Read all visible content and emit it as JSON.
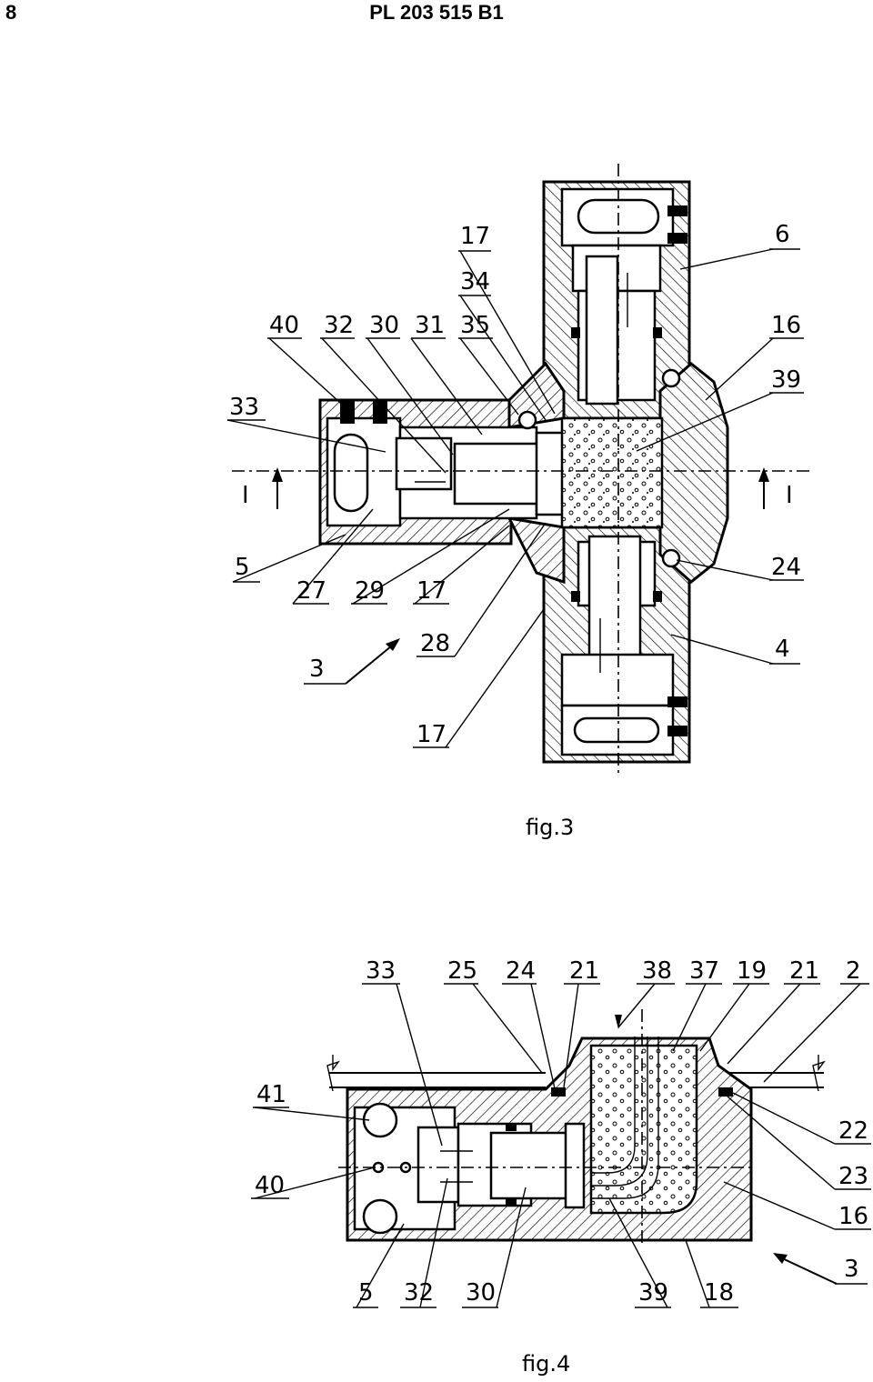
{
  "header": {
    "page_number": "8",
    "patent_number": "PL 203 515 B1"
  },
  "fig3": {
    "caption": "fig.3",
    "section_marks": [
      "I",
      "I"
    ],
    "labels": [
      "17",
      "34",
      "40",
      "32",
      "30",
      "31",
      "35",
      "33",
      "5",
      "27",
      "29",
      "17",
      "3",
      "28",
      "17",
      "6",
      "16",
      "39",
      "24",
      "4"
    ]
  },
  "fig4": {
    "caption": "fig.4",
    "labels": [
      "33",
      "25",
      "24",
      "21",
      "38",
      "37",
      "19",
      "21",
      "2",
      "41",
      "40",
      "5",
      "32",
      "30",
      "39",
      "18",
      "22",
      "23",
      "16",
      "3"
    ]
  }
}
